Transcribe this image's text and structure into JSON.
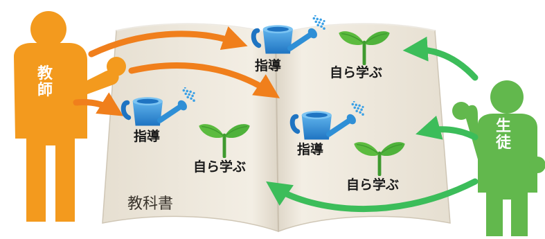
{
  "teacher": {
    "label_chars": [
      "教",
      "師"
    ]
  },
  "student": {
    "label_chars": [
      "生",
      "徒"
    ]
  },
  "textbook": {
    "label": "教科書"
  },
  "guidance_labels": [
    "指導",
    "指導",
    "指導"
  ],
  "self_learning_labels": [
    "自ら学ぶ",
    "自ら学ぶ",
    "自ら学ぶ"
  ],
  "colors": {
    "teacher": "#f39a1e",
    "teacher_arrow": "#f07f1c",
    "student": "#62b84d",
    "student_arrow": "#3cbd5a",
    "watering_can": "#2f8fd6",
    "sprout": "#4fb23b",
    "book_page": "#efe9dd"
  },
  "icons": [
    "watering-can-icon",
    "sprout-icon"
  ]
}
